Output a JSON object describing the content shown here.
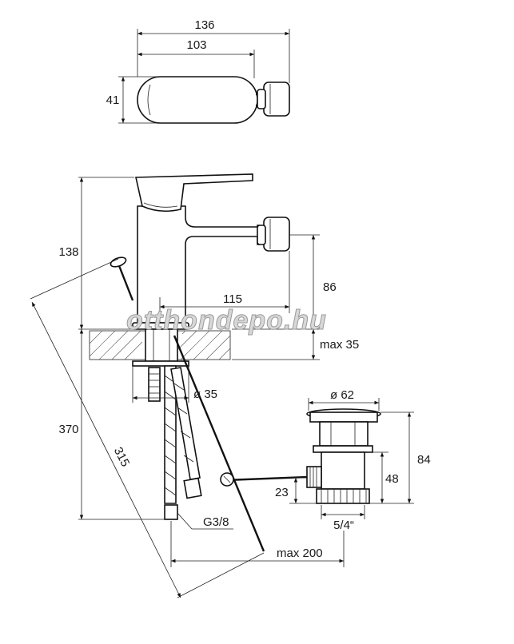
{
  "dimensions": {
    "top_total_width": "136",
    "top_body_width": "103",
    "top_height": "41",
    "faucet_height": "138",
    "spout_reach": "115",
    "spout_height": "86",
    "deck_thickness": "max 35",
    "total_height": "370",
    "pop_up_rod": "315",
    "hole_diameter": "ø 35",
    "hose_thread": "G3/8",
    "max_reach": "max 200",
    "drain_diameter": "ø 62",
    "drain_height": "84",
    "drain_body_height": "48",
    "drain_outlet_offset": "23",
    "drain_thread": "5/4“"
  },
  "watermark": "otthondepo.hu",
  "colors": {
    "line": "#111111",
    "hatch": "#555555",
    "watermark": "#d8d8d8"
  }
}
